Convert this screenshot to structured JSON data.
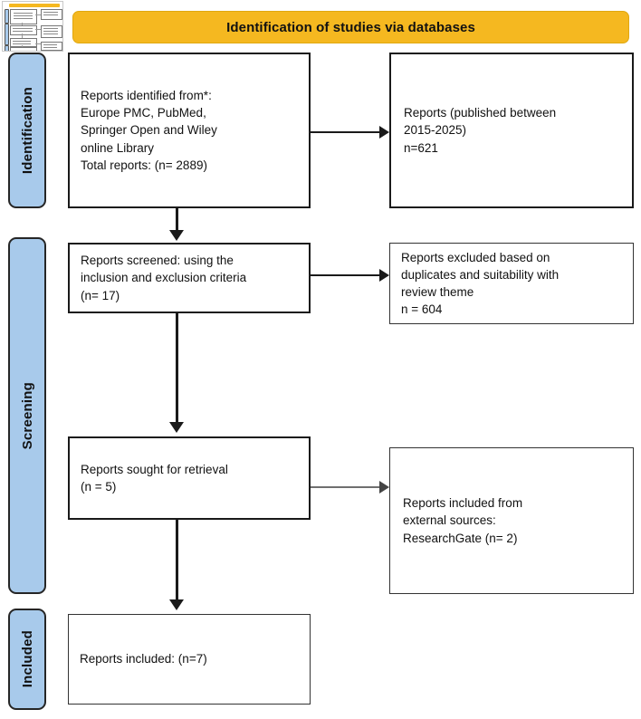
{
  "diagram": {
    "type": "prisma-flow-diagram",
    "banner": {
      "title": "Identification of studies via databases",
      "color": "#F5B820"
    },
    "stages": [
      {
        "id": "identification",
        "label": "Identification",
        "color": "#A8CAEB"
      },
      {
        "id": "screening",
        "label": "Screening",
        "color": "#A8CAEB"
      },
      {
        "id": "included",
        "label": "Included",
        "color": "#A8CAEB"
      }
    ],
    "boxes": {
      "identified": {
        "text": "Reports identified from*:\nEurope PMC, PubMed,\nSpringer Open and Wiley\nonline Library\nTotal reports: (n= 2889)",
        "n": 2889
      },
      "published": {
        "text": "Reports (published between\n2015-2025)\n n=621",
        "n": 621
      },
      "screened": {
        "text": "Reports screened: using the\ninclusion and exclusion criteria\n(n= 17)",
        "n": 17
      },
      "excluded": {
        "text": "Reports excluded based on\nduplicates and suitability with\nreview theme\nn = 604",
        "n": 604
      },
      "sought": {
        "text": "Reports sought for retrieval\n(n = 5)",
        "n": 5
      },
      "external": {
        "text": "Reports included from\nexternal sources:\nResearchGate (n= 2)",
        "n": 2
      },
      "included": {
        "text": "Reports included: (n=7)",
        "n": 7
      }
    },
    "connectors": [
      {
        "id": "identified-to-published",
        "direction": "right",
        "color": "#1A1A1A"
      },
      {
        "id": "identified-to-screened",
        "direction": "down",
        "color": "#1A1A1A"
      },
      {
        "id": "screened-to-excluded",
        "direction": "right",
        "color": "#1A1A1A"
      },
      {
        "id": "screened-to-sought",
        "direction": "down",
        "color": "#1A1A1A"
      },
      {
        "id": "sought-to-external",
        "direction": "right",
        "color": "#6F6F6F"
      },
      {
        "id": "sought-to-included",
        "direction": "down",
        "color": "#1A1A1A"
      }
    ]
  },
  "thumbnail": {
    "label": "diagram-thumbnail-preview"
  }
}
